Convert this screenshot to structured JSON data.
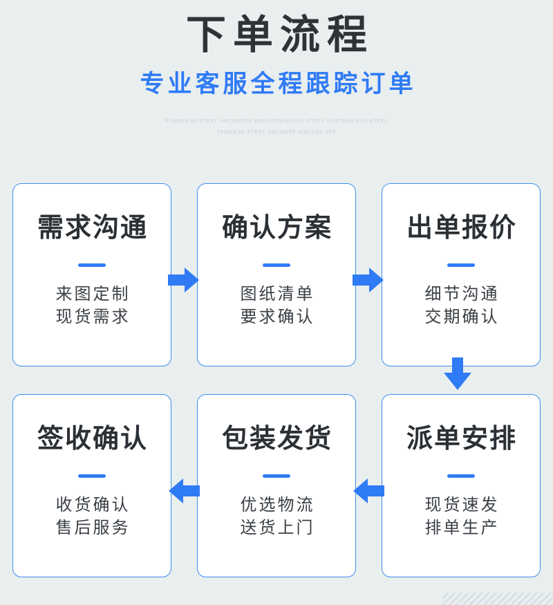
{
  "header": {
    "main_title": "下单流程",
    "sub_title": "专业客服全程跟踪订单",
    "english_line_1": "STAINLESS STEEL UNCOATED WOKSSTAINLESS STEEL KSSTAINLESS STEEL",
    "english_line_2": "TAINLESS STEEL UNCOATE AINLESS STE"
  },
  "colors": {
    "background": "#e9eeee",
    "accent_blue": "#2f7bf6",
    "card_border": "#3d8ef0",
    "title_dark": "#2e3338",
    "english_gray": "#c6cfd2",
    "card_fill": "#ffffff"
  },
  "steps": [
    {
      "index": 1,
      "title": "需求沟通",
      "line1": "来图定制",
      "line2": "现货需求"
    },
    {
      "index": 2,
      "title": "确认方案",
      "line1": "图纸清单",
      "line2": "要求确认"
    },
    {
      "index": 3,
      "title": "出单报价",
      "line1": "细节沟通",
      "line2": "交期确认"
    },
    {
      "index": 4,
      "title": "派单安排",
      "line1": "现货速发",
      "line2": "排单生产"
    },
    {
      "index": 5,
      "title": "包装发货",
      "line1": "优选物流",
      "line2": "送货上门"
    },
    {
      "index": 6,
      "title": "签收确认",
      "line1": "收货确认",
      "line2": "售后服务"
    }
  ],
  "arrows": [
    {
      "name": "arrow-step1-to-step2",
      "direction": "right"
    },
    {
      "name": "arrow-step2-to-step3",
      "direction": "right"
    },
    {
      "name": "arrow-step3-to-step4",
      "direction": "down"
    },
    {
      "name": "arrow-step4-to-step5",
      "direction": "left"
    },
    {
      "name": "arrow-step5-to-step6",
      "direction": "left"
    }
  ]
}
